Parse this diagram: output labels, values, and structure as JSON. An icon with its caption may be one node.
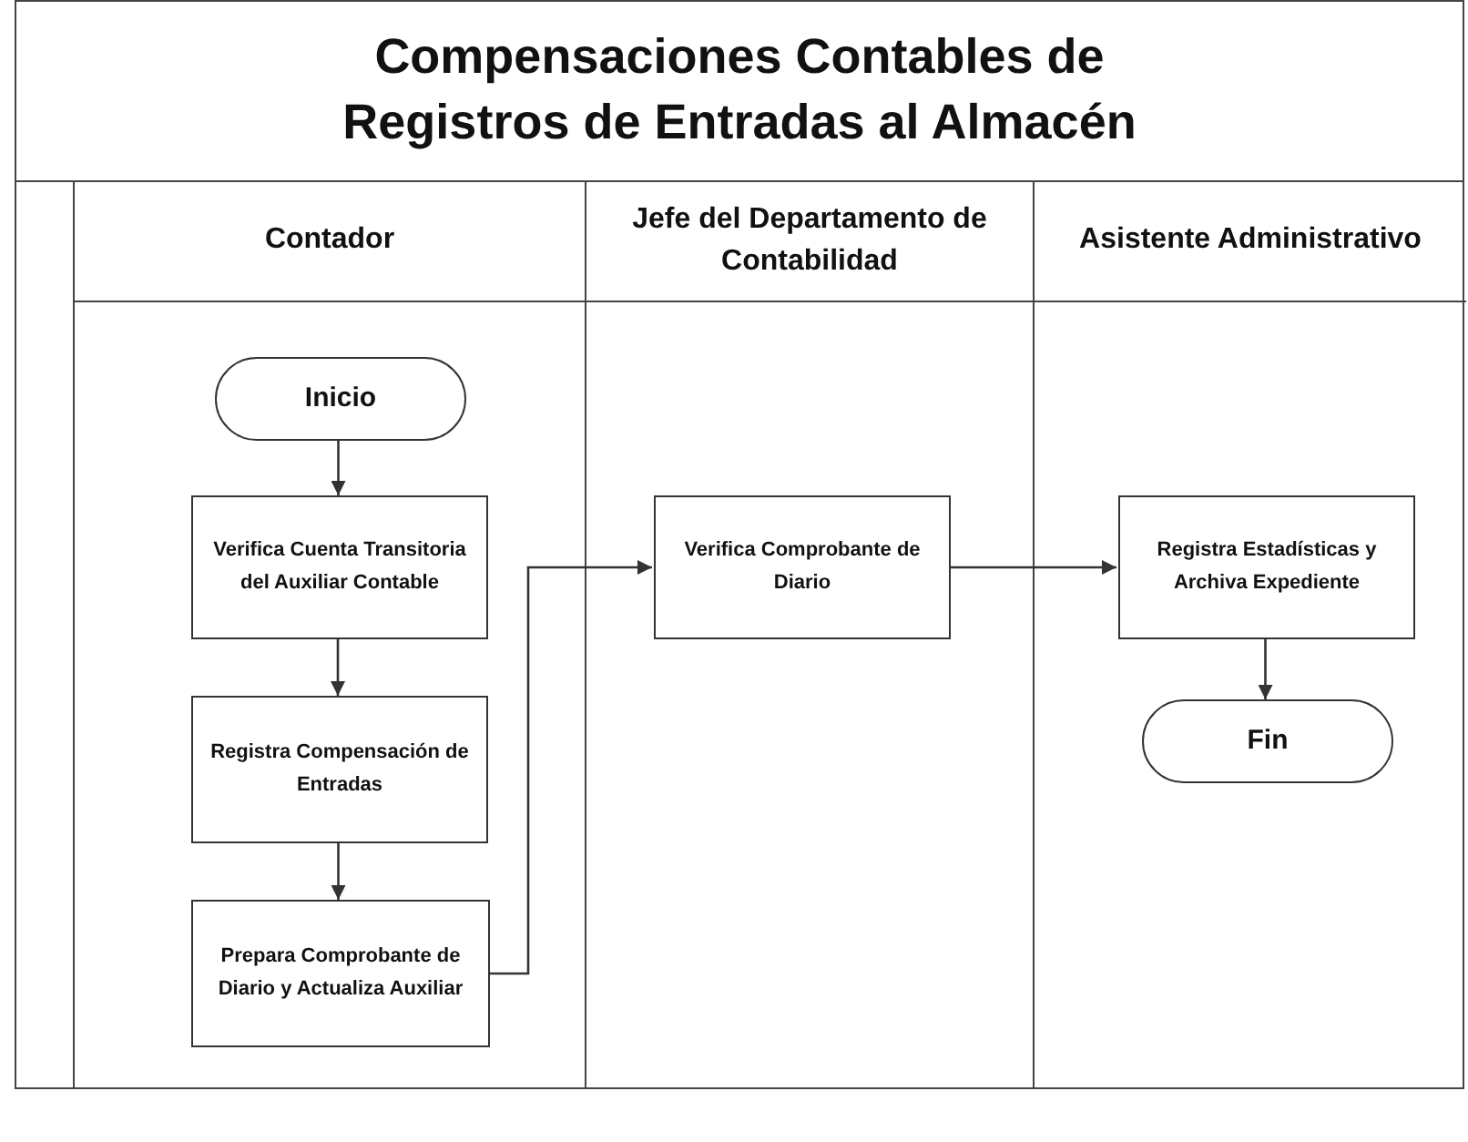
{
  "diagram": {
    "title": "Compensaciones Contables de Registros de Entradas al Almacén",
    "nodes": [
      {
        "text": [
          "Contador"
        ]
      },
      {
        "text": [
          "Jefe del Departamento de Contabilidad"
        ]
      },
      {
        "text": [
          "Asistente Administrativo"
        ]
      },
      {
        "text": [
          "Inicio"
        ],
        "in": 0
      },
      {
        "text": [
          "Verifica Cuenta Transitoria del Auxiliar Contable"
        ],
        "in": 0
      },
      {
        "text": [
          "Registra Compensación de Entradas"
        ],
        "in": 0
      },
      {
        "text": [
          "Prepara Comprobante de Diario y Actualiza Auxiliar"
        ],
        "in": 0
      },
      {
        "text": [
          "Verifica Comprobante de Diario"
        ],
        "in": 1
      },
      {
        "text": [
          "Registra Estadísticas y Archiva Expediente"
        ],
        "in": 2
      },
      {
        "text": [
          "Fin"
        ],
        "in": 2
      }
    ],
    "edges": [
      {
        "from": 3,
        "to": 4,
        "arrow": "to"
      },
      {
        "from": 4,
        "to": 5,
        "arrow": "to"
      },
      {
        "from": 5,
        "to": 6,
        "arrow": "to"
      },
      {
        "from": 6,
        "to": 7,
        "arrow": "to"
      },
      {
        "from": 7,
        "to": 8,
        "arrow": "to"
      },
      {
        "from": 8,
        "to": 9,
        "arrow": "to"
      }
    ]
  }
}
